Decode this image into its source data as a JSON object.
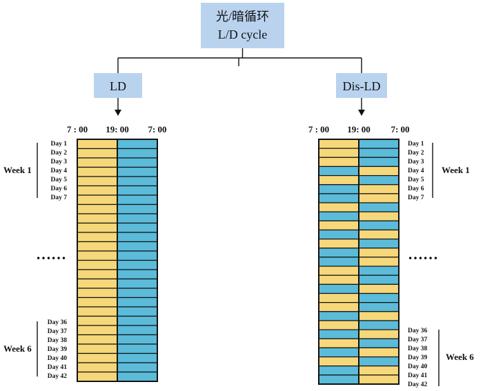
{
  "colors": {
    "node_fill": "#b9d3ef",
    "light": "#f6d77a",
    "dark": "#5bbbd9",
    "line": "#111111"
  },
  "root": {
    "line1": "光/暗循环",
    "line2": "L/D cycle"
  },
  "groups": [
    {
      "id": "ld",
      "label": "LD",
      "times": [
        "7 : 00",
        "19: 00",
        "7: 00"
      ],
      "schedule": [
        "LD",
        "LD",
        "LD",
        "LD",
        "LD",
        "LD",
        "LD",
        "LD",
        "LD",
        "LD",
        "LD",
        "LD",
        "LD",
        "LD",
        "LD",
        "LD",
        "LD",
        "LD",
        "LD",
        "LD",
        "LD",
        "LD",
        "LD",
        "LD",
        "LD",
        "LD"
      ],
      "week_first": {
        "label": "Week 1",
        "days": [
          "Day 1",
          "Day 2",
          "Day 3",
          "Day 4",
          "Day 5",
          "Day 6",
          "Day 7"
        ]
      },
      "week_last": {
        "label": "Week 6",
        "days": [
          "Day 36",
          "Day 37",
          "Day 38",
          "Day 39",
          "Day 40",
          "Day 41",
          "Day 42"
        ]
      },
      "ellipsis": "……"
    },
    {
      "id": "disld",
      "label": "Dis-LD",
      "times": [
        "7 : 00",
        "19: 00",
        "7: 00"
      ],
      "schedule": [
        "LD",
        "LD",
        "LD",
        "DL",
        "LD",
        "DL",
        "DL",
        "LD",
        "DL",
        "LD",
        "DL",
        "LD",
        "DL",
        "DL",
        "LD",
        "LD",
        "DL",
        "LD",
        "LD",
        "DL",
        "LD",
        "DL",
        "LD",
        "DL",
        "LD",
        "DL",
        "DL"
      ],
      "week_first": {
        "label": "Week 1",
        "days": [
          "Day 1",
          "Day 2",
          "Day 3",
          "Day 4",
          "Day 5",
          "Day 6",
          "Day 7"
        ]
      },
      "week_last": {
        "label": "Week 6",
        "days": [
          "Day 36",
          "Day 37",
          "Day 38",
          "Day 39",
          "Day 40",
          "Day 41",
          "Day 42"
        ]
      },
      "ellipsis": "……"
    }
  ]
}
